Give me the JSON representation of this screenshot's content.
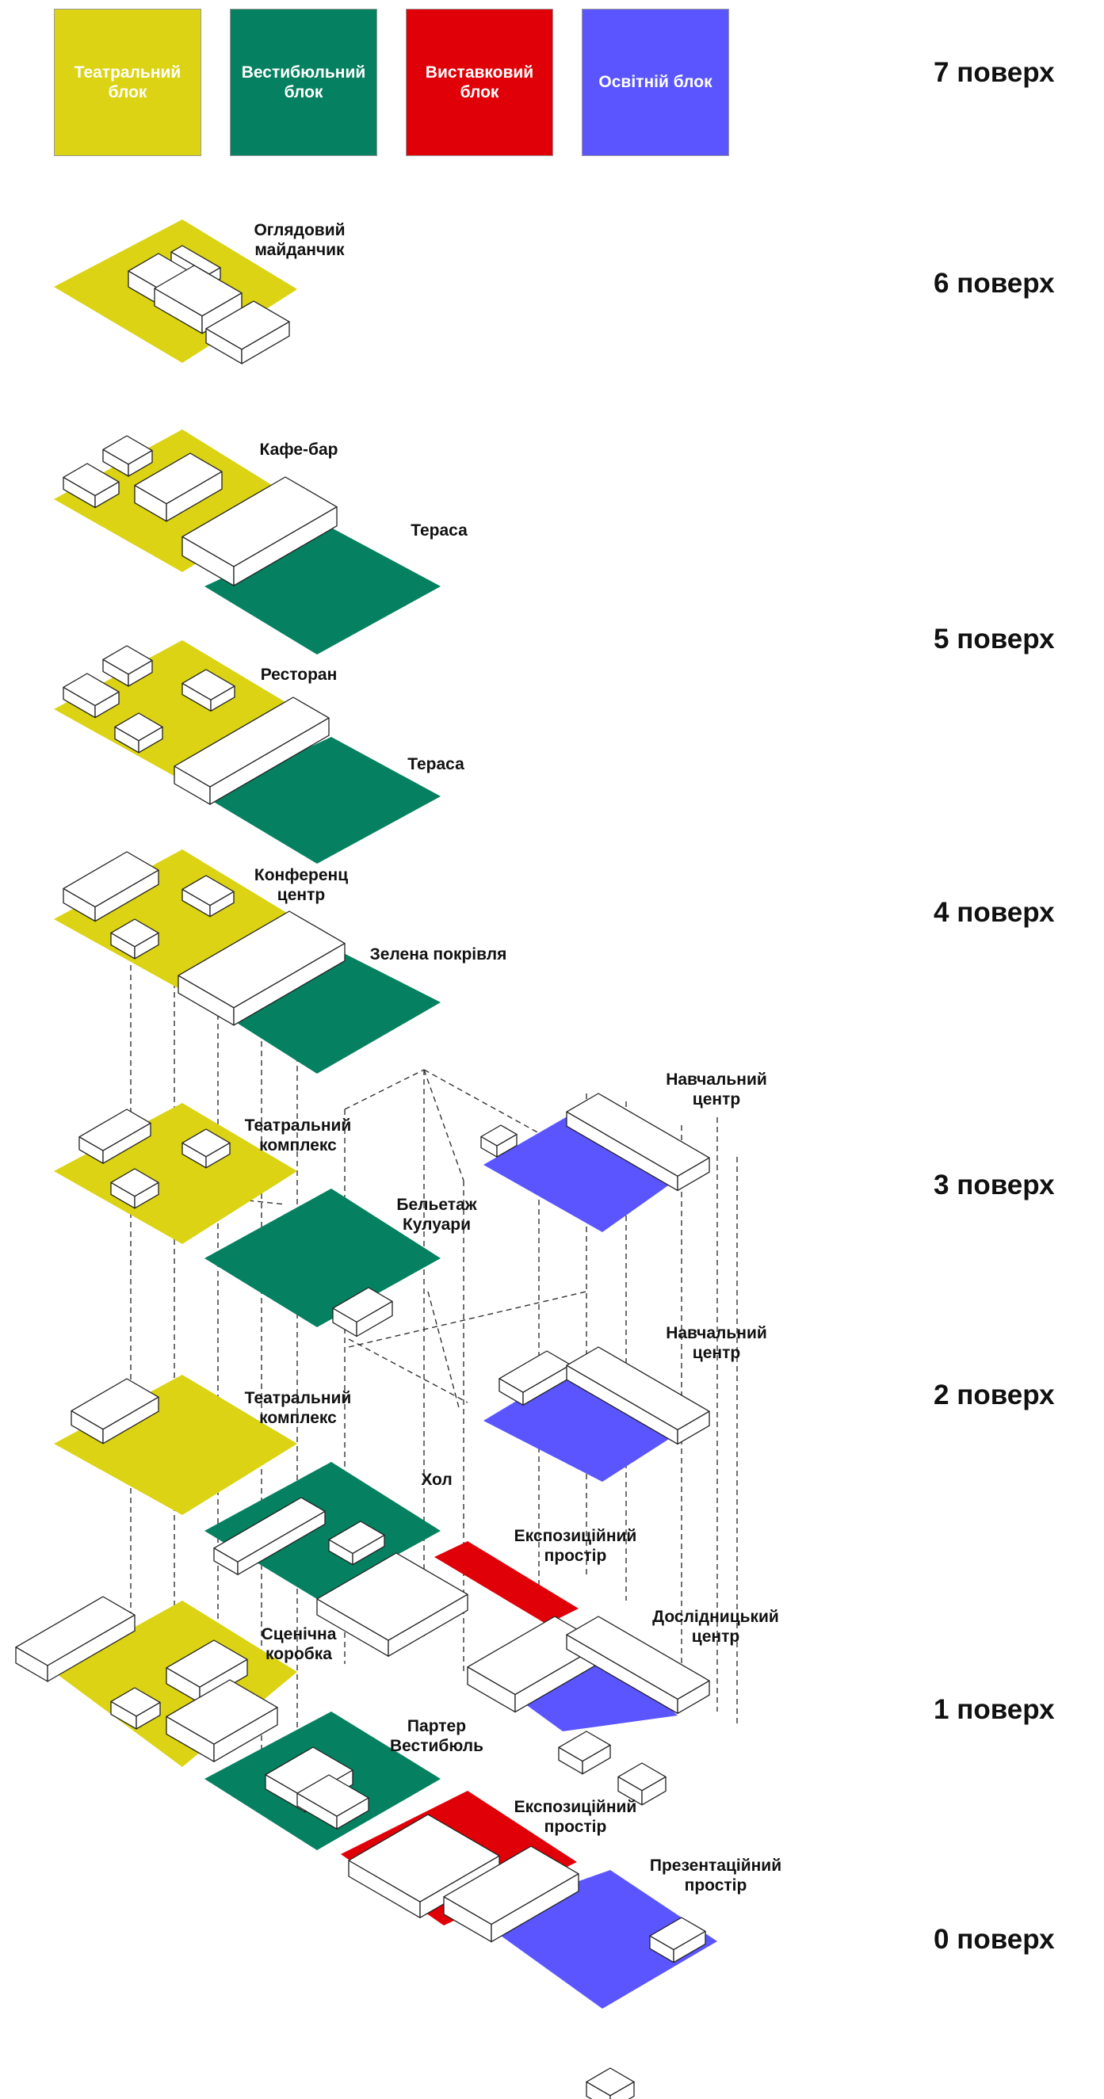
{
  "colors": {
    "theater": "#dbd313",
    "vestibule": "#058060",
    "exhibition": "#e00008",
    "education": "#5a55ff",
    "block_white": "#ffffff"
  },
  "legend": [
    {
      "label": "Театральний\nблок",
      "color": "#dbd313"
    },
    {
      "label": "Вестибюльний\nблок",
      "color": "#058060"
    },
    {
      "label": "Виставковий\nблок",
      "color": "#e00008"
    },
    {
      "label": "Освітній блок",
      "color": "#5a55ff"
    }
  ],
  "floors": [
    "7 поверх",
    "6 поверх",
    "5 поверх",
    "4 поверх",
    "3 поверх",
    "2 поверх",
    "1 поверх",
    "0 поверх"
  ],
  "labels": {
    "observation_deck": "Оглядовий\nмайданчик",
    "cafe_bar": "Кафе-бар",
    "terrace_1": "Тераса",
    "restaurant": "Ресторан",
    "terrace_2": "Тераса",
    "conference": "Конференц\nцентр",
    "green_roof": "Зелена покрівля",
    "edu_center_3": "Навчальний\nцентр",
    "theater_complex_3": "Театральний\nкомплекс",
    "beletage": "Бельетаж\nКулуари",
    "edu_center_2": "Навчальний\nцентр",
    "theater_complex_2": "Театральний\nкомплекс",
    "hall": "Хол",
    "expo_1": "Експозиційний\nпростір",
    "research_center": "Дослідницький\nцентр",
    "stage_box": "Сценічна\nкоробка",
    "parter": "Партер\nВестибюль",
    "expo_0": "Експозиційний\nпростір",
    "presentation": "Презентаційний\nпростір"
  }
}
